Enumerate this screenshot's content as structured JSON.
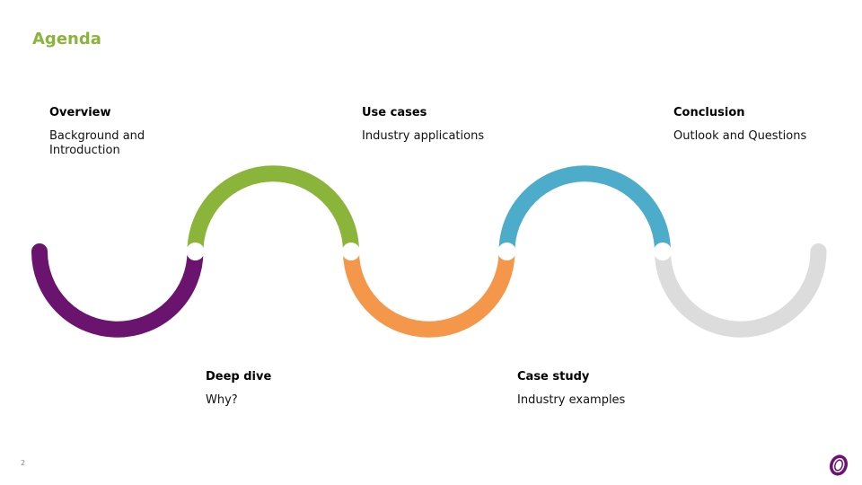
{
  "title": "Agenda",
  "page_number": "2",
  "colors": {
    "title": "#8ab43a",
    "purple": "#6a1470",
    "green": "#8ab43a",
    "orange": "#f5974a",
    "blue": "#4dacc9",
    "grey": "#dcdcdc"
  },
  "items": [
    {
      "heading": "Overview",
      "subtitle": "Background and Introduction"
    },
    {
      "heading": "Deep dive",
      "subtitle": "Why?"
    },
    {
      "heading": "Use cases",
      "subtitle": "Industry applications"
    },
    {
      "heading": "Case study",
      "subtitle": "Industry examples"
    },
    {
      "heading": "Conclusion",
      "subtitle": "Outlook and Questions"
    }
  ],
  "logo_icon": "swirl-logo-icon"
}
